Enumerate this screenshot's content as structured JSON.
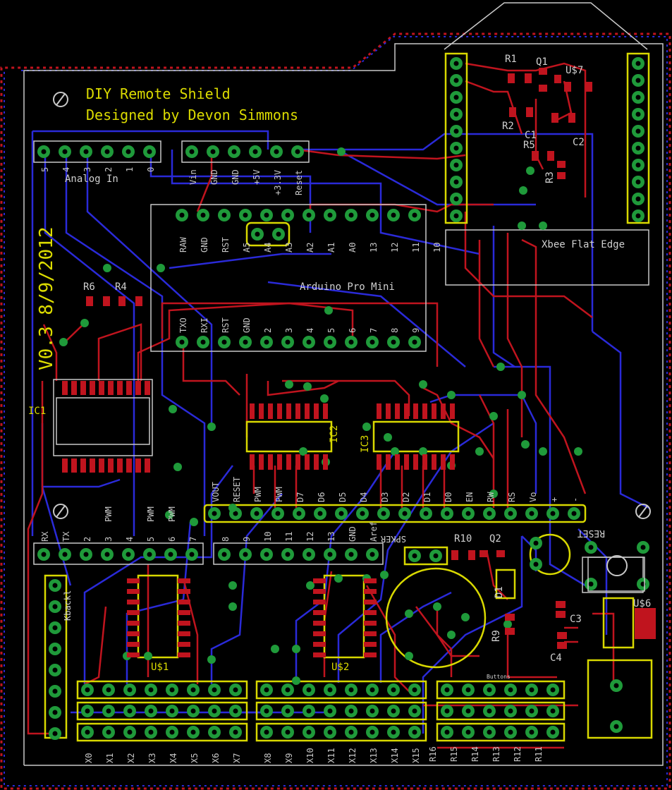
{
  "board": {
    "title_line1": "DIY Remote Shield",
    "title_line2": "Designed by Devon Simmons",
    "version": "V0.3  8/9/2012"
  },
  "colors": {
    "background": "#000000",
    "top_copper": "#c0141e",
    "bottom_copper": "#2a2ad8",
    "pad": "#1f9a3a",
    "silkscreen": "#d8d800",
    "outline": "#c8c8c8"
  },
  "labels": {
    "analog_in": "Analog In",
    "analog_pins": [
      "5",
      "4",
      "3",
      "2",
      "1",
      "0"
    ],
    "power_pins": [
      "Vin",
      "GND",
      "GND",
      "+5V",
      "+3.3V",
      "Reset"
    ],
    "arduino_name": "Arduino Pro Mini",
    "pro_mini_top": [
      "RAW",
      "GND",
      "RST",
      "A5",
      "A4",
      "A3",
      "A2",
      "A1",
      "A0",
      "13",
      "12",
      "11",
      "10"
    ],
    "pro_mini_bottom": [
      "TXO",
      "RXI",
      "RST",
      "GND",
      "2",
      "3",
      "4",
      "5",
      "6",
      "7",
      "8",
      "9"
    ],
    "xbee": "Xbee Flat Edge",
    "ic1": "IC1",
    "ic2": "IC2",
    "ic3": "IC3",
    "us1": "U$1",
    "us2": "U$2",
    "us6": "U$6",
    "us7": "U$7",
    "r1": "R1",
    "r2": "R2",
    "r3": "R3",
    "r4": "R4",
    "r5": "R5",
    "r6": "R6",
    "r9": "R9",
    "r10": "R10",
    "q1": "Q1",
    "q2": "Q2",
    "d1": "D1",
    "c1": "C1",
    "c2": "C2",
    "c3": "C3",
    "c4": "C4",
    "reset": "RESET",
    "speaker": "SPKER",
    "backlight": "Kbackl",
    "lcd_header": [
      "VOUT",
      "RESET",
      "PWM",
      "PWM",
      "D7",
      "D6",
      "D5",
      "D4",
      "D3",
      "D2",
      "D1",
      "D0",
      "EN",
      "RW",
      "RS",
      "Vo",
      "+",
      "-"
    ],
    "digital_header_left": [
      "RX",
      "TX",
      "2",
      "3",
      "4",
      "5",
      "6",
      "7"
    ],
    "pwm_labels": [
      "PWM",
      "PWM",
      "PWM"
    ],
    "digital_header_right": [
      "8",
      "9",
      "10",
      "11",
      "12",
      "13",
      "GND",
      "Aref"
    ],
    "x_left": [
      "X0",
      "X1",
      "X2",
      "X3",
      "X4",
      "X5",
      "X6",
      "X7"
    ],
    "x_right": [
      "X8",
      "X9",
      "X10",
      "X11",
      "X12",
      "X13",
      "X14",
      "X15"
    ],
    "r_bottom": [
      "R16",
      "R15",
      "R14",
      "R13",
      "R12",
      "R11"
    ],
    "buttons": "Buttons"
  }
}
